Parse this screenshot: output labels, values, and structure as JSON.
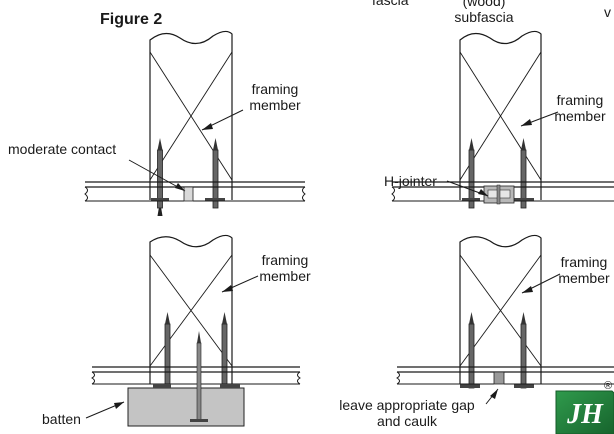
{
  "header": {
    "title": "Figure 2",
    "top_left_fragment": "fascia",
    "top_mid_line1": "(wood)",
    "top_mid_line2": "subfascia",
    "top_right_fragment": "v"
  },
  "panels": {
    "top_left": {
      "label_line1": "framing",
      "label_line2": "member",
      "callout": "moderate contact"
    },
    "top_right": {
      "label_line1": "framing",
      "label_line2": "member",
      "callout": "H-jointer"
    },
    "bottom_left": {
      "label_line1": "framing",
      "label_line2": "member",
      "callout": "batten"
    },
    "bottom_right": {
      "label_line1": "framing",
      "label_line2": "member",
      "callout_line1": "leave appropriate gap",
      "callout_line2": "and caulk"
    }
  },
  "logo": {
    "mark": "JH",
    "registered": "®",
    "color": "#1e7d3a"
  }
}
